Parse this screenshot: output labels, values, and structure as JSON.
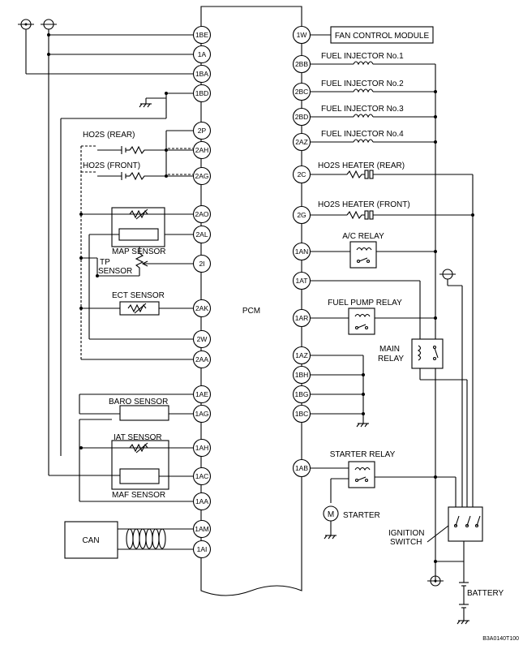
{
  "pcm": {
    "label": "PCM"
  },
  "pins_left": [
    "1BE",
    "1A",
    "1BA",
    "1BD",
    "2P",
    "2AH",
    "2AG",
    "2AO",
    "2AL",
    "2I",
    "2AK",
    "2W",
    "2AA",
    "1AE",
    "1AG",
    "1AH",
    "1AC",
    "1AA",
    "1AM",
    "1AI"
  ],
  "pins_right": [
    "1W",
    "2BB",
    "2BC",
    "2BD",
    "2AZ",
    "2C",
    "2G",
    "1AN",
    "1AT",
    "1AR",
    "1AZ",
    "1BH",
    "1BG",
    "1BC",
    "1AB"
  ],
  "labels": {
    "fan_control_module": "FAN CONTROL MODULE",
    "fuel_injector_1": "FUEL INJECTOR No.1",
    "fuel_injector_2": "FUEL INJECTOR No.2",
    "fuel_injector_3": "FUEL INJECTOR No.3",
    "fuel_injector_4": "FUEL INJECTOR No.4",
    "ho2s_heater_rear": "HO2S HEATER (REAR)",
    "ho2s_heater_front": "HO2S HEATER (FRONT)",
    "ac_relay": "A/C RELAY",
    "fuel_pump_relay": "FUEL PUMP RELAY",
    "main_relay_1": "MAIN",
    "main_relay_2": "RELAY",
    "starter_relay": "STARTER RELAY",
    "starter": "STARTER",
    "ignition_switch_1": "IGNITION",
    "ignition_switch_2": "SWITCH",
    "battery": "BATTERY",
    "ho2s_rear": "HO2S (REAR)",
    "ho2s_front": "HO2S (FRONT)",
    "map_sensor": "MAP SENSOR",
    "tp_sensor_1": "TP",
    "tp_sensor_2": "SENSOR",
    "ect_sensor": "ECT SENSOR",
    "baro_sensor": "BARO SENSOR",
    "iat_sensor": "IAT SENSOR",
    "maf_sensor": "MAF SENSOR",
    "can": "CAN",
    "motor_symbol": "M",
    "figure_code": "B3A0140T100"
  }
}
